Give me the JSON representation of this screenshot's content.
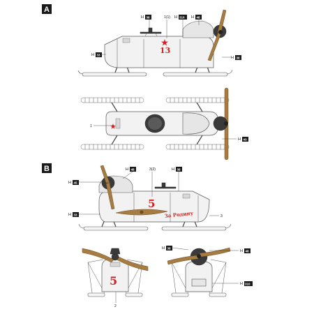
{
  "sections": {
    "a": {
      "label": "A"
    },
    "b": {
      "label": "B"
    }
  },
  "markings": {
    "side_number": "13",
    "slogan": "За Родину",
    "numeral_5": "5"
  },
  "callouts_a": {
    "h_top1_code": "H",
    "h_top1_num": "38",
    "ref_1_1": "1(1)",
    "h_top2_code": "H",
    "h_top2_num": "310",
    "h_top3_code": "H",
    "h_top3_num": "48",
    "h_left_code": "H",
    "h_left_num": "33",
    "h_right_code": "H",
    "h_right_num": "38",
    "ref_1": "1",
    "h_plan_code": "H",
    "h_plan_num": "43"
  },
  "callouts_b": {
    "h_top1_code": "H",
    "h_top1_num": "48",
    "ref_3_2": "3(2)",
    "h_top2_code": "H",
    "h_top2_num": "38",
    "h_left1_code": "H",
    "h_left1_num": "45",
    "h_left2_code": "H",
    "h_left2_num": "33",
    "ref_3": "3",
    "h_front_code": "H",
    "h_front_num": "38",
    "h_rear1_code": "H",
    "h_rear1_num": "48",
    "h_rear2_code": "H",
    "h_rear2_num": "310",
    "ref_2": "2"
  },
  "colors": {
    "body": "#f2f2f2",
    "propeller": "#a67c43",
    "star_red": "#d42020",
    "engine": "#3a3a3a",
    "label_box": "#1a1a1a"
  }
}
